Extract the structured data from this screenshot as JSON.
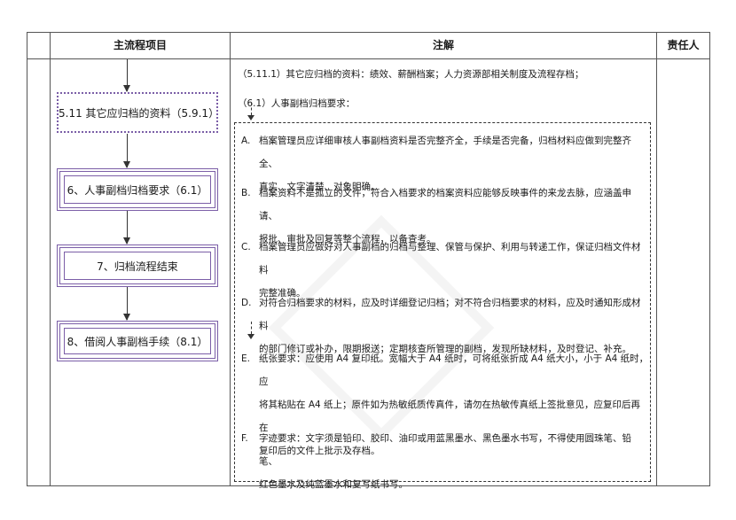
{
  "table": {
    "headers": {
      "main_process": "主流程项目",
      "notes": "注解",
      "responsible": "责任人"
    }
  },
  "flow": [
    {
      "label": "5.11 其它应归档的资料（5.9.1）",
      "style": "dotted"
    },
    {
      "label": "6、人事副档归档要求（6.1）",
      "style": "double"
    },
    {
      "label": "7、归档流程结束",
      "style": "double"
    },
    {
      "label": "8、借阅人事副档手续（8.1）",
      "style": "double"
    }
  ],
  "notes": {
    "line1": "（5.11.1）其它应归档的资料：绩效、薪酬档案；人力资源部相关制度及流程存档；",
    "line2": "（6.1）人事副档归档要求：",
    "items": [
      {
        "marker": "A.",
        "lines": [
          "档案管理员应详细审核人事副档资料是否完整齐全，手续是否完备，归档材料应做到完整齐全、",
          "真实、文字清楚、对象明确。"
        ]
      },
      {
        "marker": "B.",
        "lines": [
          "档案资料不是孤立的文件，符合入档要求的档案资料应能够反映事件的来龙去脉，应涵盖申请、",
          "报批、审批及回复等整个流程，以备查考。"
        ]
      },
      {
        "marker": "C.",
        "lines": [
          "档案管理员应做好对人事副档的归档与整理、保管与保护、利用与转递工作，保证归档文件材料",
          "完整准确。"
        ]
      },
      {
        "marker": "D.",
        "lines": [
          "对符合归档要求的材料，应及时详细登记归档；对不符合归档要求的材料，应及时通知形成材料",
          "的部门修订或补办，限期报送；定期核查所管理的副档，发现所缺材料，及时登记、补充。"
        ]
      },
      {
        "marker": "E.",
        "lines": [
          "纸张要求：应使用 A4 复印纸。宽幅大于 A4 纸时，可将纸张折成 A4 纸大小，小于 A4 纸时，应",
          "将其粘贴在 A4 纸上；原件如为热敏纸质传真件，请勿在热敏传真纸上签批意见，应复印后再在",
          "复印后的文件上批示及存档。"
        ]
      },
      {
        "marker": "F.",
        "lines": [
          "字迹要求：文字须是铅印、胶印、油印或用蓝黑墨水、黑色墨水书写，不得使用圆珠笔、铅笔、",
          "红色墨水及纯蓝墨水和复写纸书写。"
        ]
      }
    ]
  }
}
